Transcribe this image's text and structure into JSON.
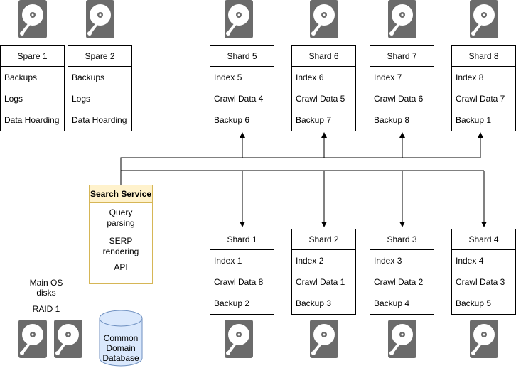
{
  "spares": [
    {
      "title": "Spare 1",
      "items": [
        "Backups",
        "Logs",
        "Data Hoarding"
      ]
    },
    {
      "title": "Spare 2",
      "items": [
        "Backups",
        "Logs",
        "Data Hoarding"
      ]
    }
  ],
  "shards_top": [
    {
      "title": "Shard 5",
      "items": [
        "Index 5",
        "Crawl Data 4",
        "Backup 6"
      ]
    },
    {
      "title": "Shard 6",
      "items": [
        "Index 6",
        "Crawl Data 5",
        "Backup 7"
      ]
    },
    {
      "title": "Shard 7",
      "items": [
        "Index 7",
        "Crawl Data 6",
        "Backup 8"
      ]
    },
    {
      "title": "Shard 8",
      "items": [
        "Index 8",
        "Crawl Data 7",
        "Backup 1"
      ]
    }
  ],
  "shards_bottom": [
    {
      "title": "Shard 1",
      "items": [
        "Index 1",
        "Crawl Data 8",
        "Backup 2"
      ]
    },
    {
      "title": "Shard 2",
      "items": [
        "Index 2",
        "Crawl Data 1",
        "Backup 3"
      ]
    },
    {
      "title": "Shard 3",
      "items": [
        "Index 3",
        "Crawl Data 2",
        "Backup 4"
      ]
    },
    {
      "title": "Shard 4",
      "items": [
        "Index 4",
        "Crawl Data 3",
        "Backup 5"
      ]
    }
  ],
  "search_service": {
    "title": "Search Service",
    "items": [
      "Query parsing",
      "SERP rendering",
      "API"
    ]
  },
  "os_disks": {
    "line1": "Main OS disks",
    "line2": "RAID 1"
  },
  "database": {
    "label": "Common Domain Database"
  },
  "colors": {
    "disk": "#6b6b6b",
    "service_fill": "#fff2cc",
    "service_border": "#d6b656",
    "db_fill": "#dae8fc",
    "db_border": "#6c8ebf"
  }
}
